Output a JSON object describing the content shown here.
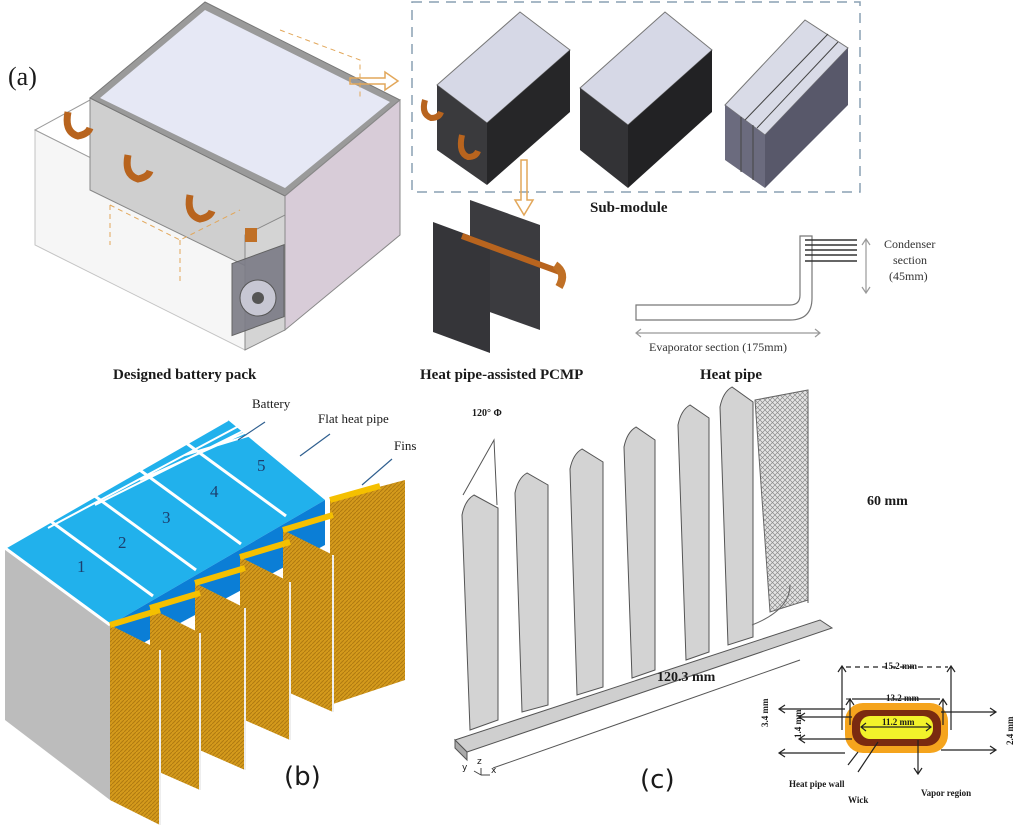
{
  "panel_a": {
    "letter": "(a)",
    "captions": {
      "battery_pack": "Designed battery pack",
      "sub_module": "Sub-module",
      "pcmp": "Heat pipe-assisted PCMP",
      "heat_pipe": "Heat pipe"
    },
    "heat_pipe_labels": {
      "condenser_line1": "Condenser",
      "condenser_line2": "section",
      "condenser_line3": "(45mm)",
      "evaporator": "Evaporator section (175mm)"
    },
    "colors": {
      "cell_top": "#e8eaf6",
      "copper": "#b8641e",
      "dark_module": "#2b2b2e",
      "dashed_frame": "#8aa0b4",
      "arrow": "#e2a75a"
    }
  },
  "panel_b": {
    "letter": "(b)",
    "labels": {
      "battery": "Battery",
      "flat_heat_pipe": "Flat heat pipe",
      "fins": "Fins"
    },
    "cell_numbers": [
      "1",
      "2",
      "3",
      "4",
      "5"
    ],
    "colors": {
      "battery_top": "#21b1ec",
      "battery_side": "#0b7ed6",
      "fins": "#d9a01c",
      "fin_top": "#f5c000",
      "casing": "#bdbdbd"
    }
  },
  "panel_c": {
    "letter": "(c)",
    "angle_label": "120° Φ",
    "height_label": "60 mm",
    "length_label": "120.3 mm",
    "axes": {
      "x": "x",
      "y": "y",
      "z": "z"
    },
    "cross_section": {
      "outer_width": "15.2 mm",
      "wick_width": "13.2 mm",
      "vapor_width": "11.2 mm",
      "outer_height": "3.4 mm",
      "wick_height": "2.4 mm",
      "vapor_height": "1.4 mm",
      "wall_label": "Heat pipe wall",
      "wick_label": "Wick",
      "vapor_label": "Vapor region"
    },
    "colors": {
      "wall": "#f5a41d",
      "wick": "#7a2a10",
      "vapor": "#f2f22a",
      "fin_gray": "#cfcfcf"
    }
  }
}
